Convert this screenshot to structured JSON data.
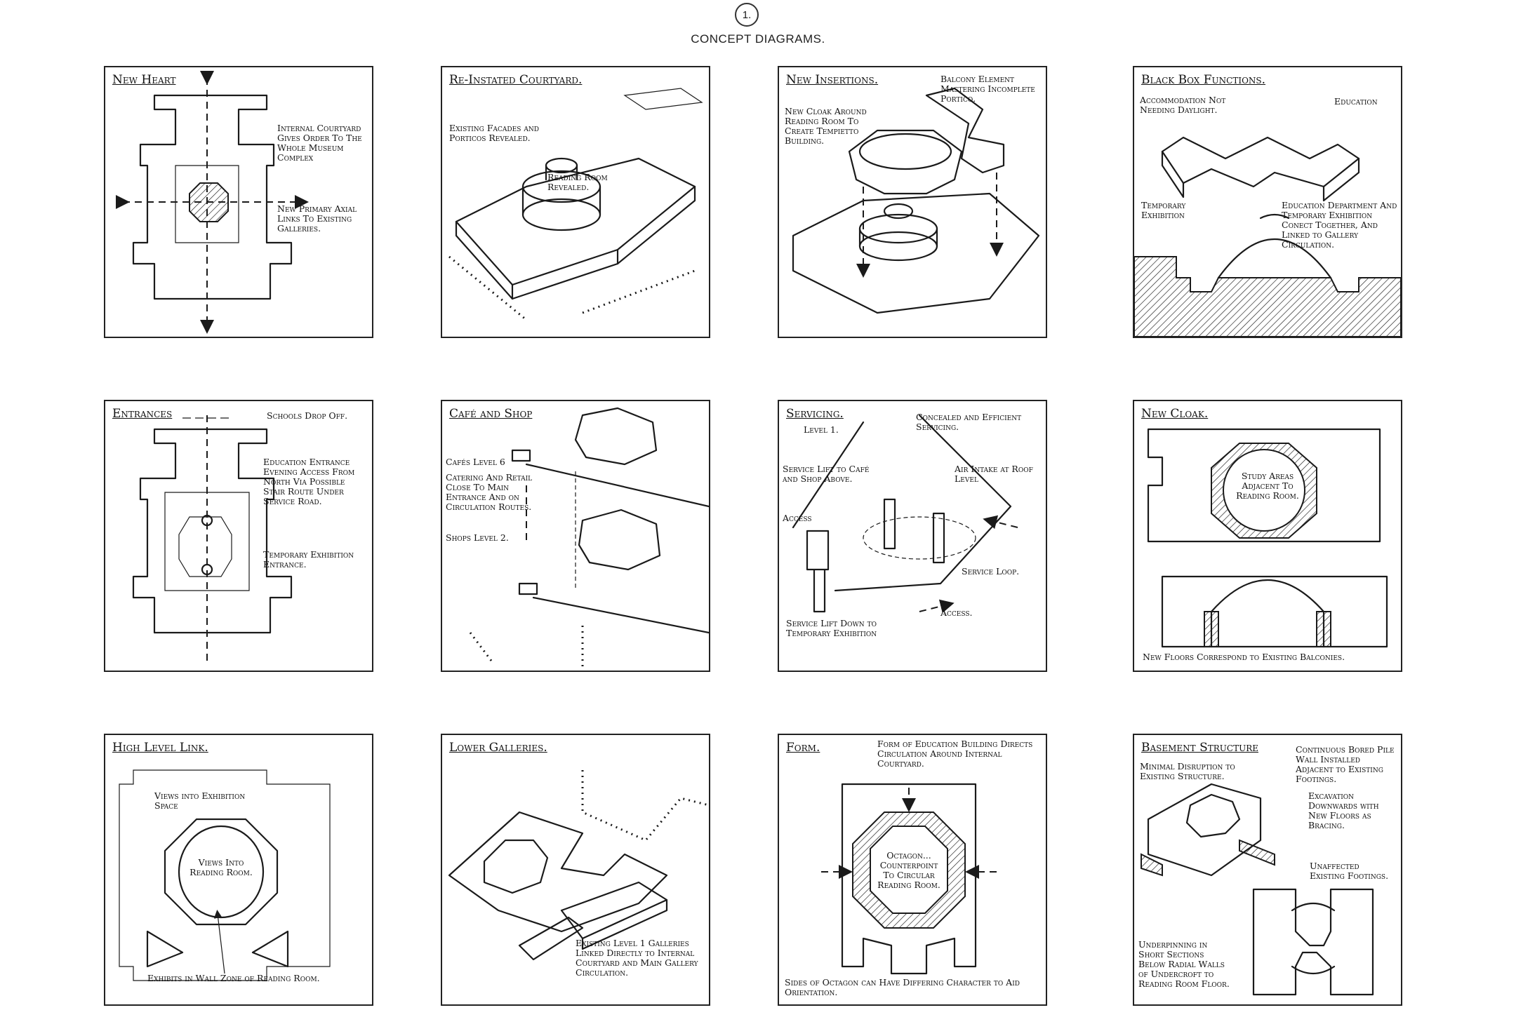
{
  "sheet": {
    "number": "1.",
    "title": "CONCEPT DIAGRAMS."
  },
  "panels": [
    {
      "title": "New Heart",
      "notes": [
        "Internal Courtyard Gives Order To The Whole Museum Complex",
        "New Primary Axial Links To Existing Galleries."
      ]
    },
    {
      "title": "Re-Instated Courtyard.",
      "notes": [
        "Existing Facades and Porticos Revealed.",
        "Reading Room Revealed."
      ]
    },
    {
      "title": "New Insertions.",
      "notes": [
        "Balcony Element Mastering Incomplete Portico.",
        "New Cloak Around Reading Room To Create Tempietto Building."
      ]
    },
    {
      "title": "Black Box Functions.",
      "notes": [
        "Accommodation Not Needing Daylight.",
        "Education",
        "Temporary Exhibition",
        "Education Department And Temporary Exhibition Conect Together, And Linked to Gallery Circulation."
      ]
    },
    {
      "title": "Entrances",
      "notes": [
        "Schools Drop Off.",
        "Education Entrance Evening Access From North Via Possible Stair Route Under Service Road.",
        "Temporary Exhibition Entrance."
      ]
    },
    {
      "title": "Café and Shop",
      "notes": [
        "Cafés Level 6",
        "Catering And Retail Close To Main Entrance And on Circulation Routes.",
        "Shops Level 2."
      ]
    },
    {
      "title": "Servicing.",
      "notes": [
        "Level 1.",
        "Concealed and Efficient Servicing.",
        "Service Lift to Café and Shop Above.",
        "Air Intake at Roof Level",
        "Access",
        "Service Loop.",
        "Access.",
        "Service Lift Down to Temporary Exhibition"
      ]
    },
    {
      "title": "New Cloak.",
      "notes": [
        "Study Areas Adjacent To Reading Room.",
        "New Floors Correspond to Existing Balconies."
      ]
    },
    {
      "title": "High Level Link.",
      "notes": [
        "Views into Exhibition Space",
        "Views Into Reading Room.",
        "Exhibits in Wall Zone of Reading Room."
      ]
    },
    {
      "title": "Lower Galleries.",
      "notes": [
        "Existing Level 1 Galleries Linked Directly to Internal Courtyard and Main Gallery Circulation."
      ]
    },
    {
      "title": "Form.",
      "notes": [
        "Form of Education Building Directs Circulation Around Internal Courtyard.",
        "Octagon... Counterpoint To Circular Reading Room.",
        "Sides of Octagon can Have Differing Character to Aid Orientation."
      ]
    },
    {
      "title": "Basement Structure",
      "notes": [
        "Minimal Disruption to Existing Structure.",
        "Continuous Bored Pile Wall Installed Adjacent to Existing Footings.",
        "Excavation Downwards with New Floors as Bracing.",
        "Unaffected Existing Footings.",
        "Underpinning in Short Sections Below Radial Walls of Undercroft to Reading Room Floor."
      ]
    }
  ]
}
